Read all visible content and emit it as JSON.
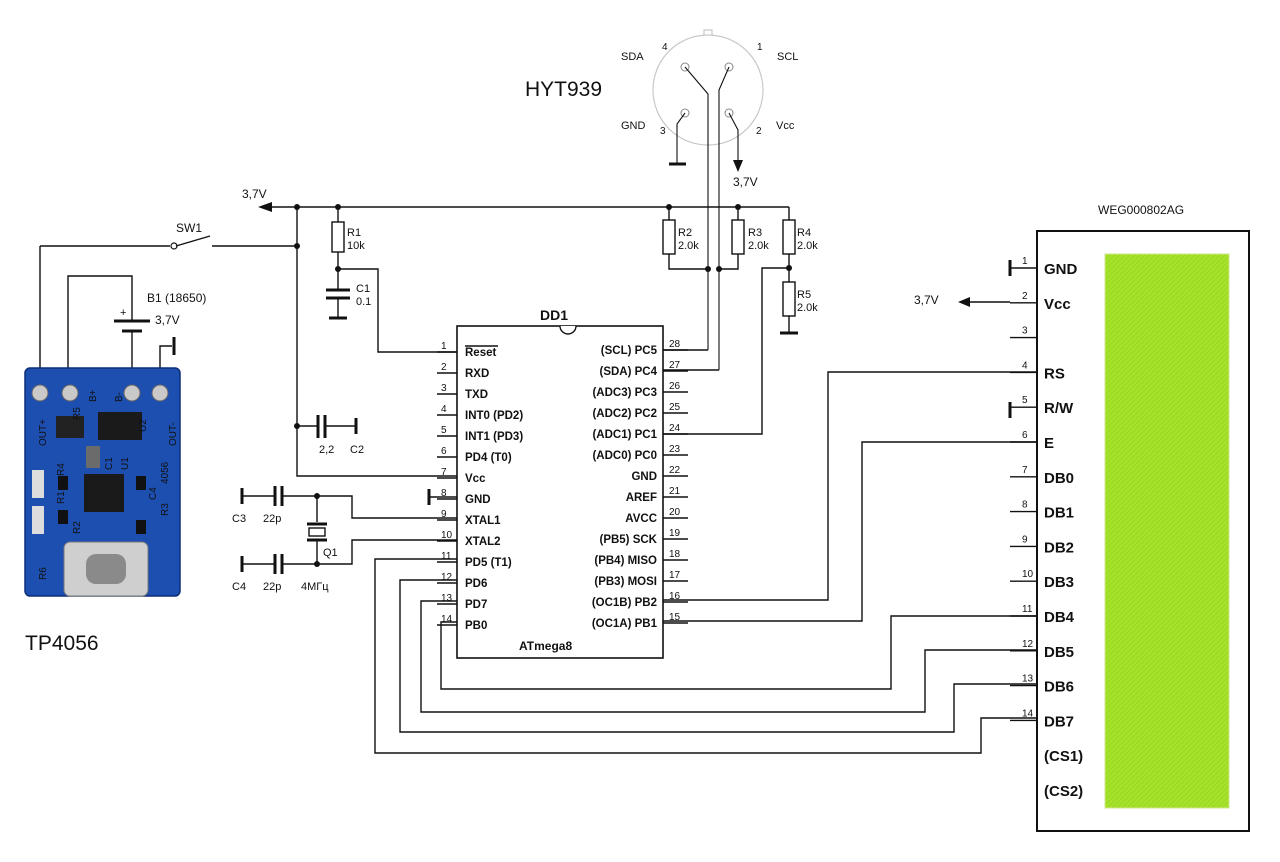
{
  "sensor": {
    "name": "HYT939",
    "pins": [
      {
        "num": "4",
        "label": "SDA"
      },
      {
        "num": "1",
        "label": "SCL"
      },
      {
        "num": "3",
        "label": "GND"
      },
      {
        "num": "2",
        "label": "Vcc"
      }
    ],
    "vcc_net": "3,7V"
  },
  "supply_label": "3,7V",
  "switch": {
    "ref": "SW1"
  },
  "battery": {
    "ref": "B1 (18650)",
    "voltage": "3,7V",
    "plus": "+"
  },
  "charger": {
    "name": "TP4056",
    "pad_labels": [
      "OUT+",
      "B+",
      "B-",
      "OUT-"
    ],
    "silk": [
      "4056",
      "R3",
      "C4",
      "U1",
      "C1",
      "R1",
      "R2",
      "R4",
      "R5",
      "U2",
      "R6"
    ]
  },
  "resistors": [
    {
      "ref": "R1",
      "value": "10k"
    },
    {
      "ref": "R2",
      "value": "2.0k"
    },
    {
      "ref": "R3",
      "value": "2.0k"
    },
    {
      "ref": "R4",
      "value": "2.0k"
    },
    {
      "ref": "R5",
      "value": "2.0k"
    }
  ],
  "capacitors": [
    {
      "ref": "C1",
      "value": "0.1"
    },
    {
      "ref": "C2",
      "value": "2,2"
    },
    {
      "ref": "C3",
      "value": "22p"
    },
    {
      "ref": "C4",
      "value": "22p"
    }
  ],
  "crystal": {
    "ref": "Q1",
    "value": "4МГц"
  },
  "mcu": {
    "ref": "DD1",
    "name": "ATmega8",
    "left_pins": [
      {
        "num": "1",
        "label": "Reset"
      },
      {
        "num": "2",
        "label": "RXD"
      },
      {
        "num": "3",
        "label": "TXD"
      },
      {
        "num": "4",
        "label": "INT0 (PD2)"
      },
      {
        "num": "5",
        "label": "INT1 (PD3)"
      },
      {
        "num": "6",
        "label": "PD4 (T0)"
      },
      {
        "num": "7",
        "label": "Vcc"
      },
      {
        "num": "8",
        "label": "GND"
      },
      {
        "num": "9",
        "label": "XTAL1"
      },
      {
        "num": "10",
        "label": "XTAL2"
      },
      {
        "num": "11",
        "label": "PD5 (T1)"
      },
      {
        "num": "12",
        "label": "PD6"
      },
      {
        "num": "13",
        "label": "PD7"
      },
      {
        "num": "14",
        "label": "PB0"
      }
    ],
    "right_pins": [
      {
        "num": "28",
        "label": "(SCL) PC5"
      },
      {
        "num": "27",
        "label": "(SDA) PC4"
      },
      {
        "num": "26",
        "label": "(ADC3) PC3"
      },
      {
        "num": "25",
        "label": "(ADC2) PC2"
      },
      {
        "num": "24",
        "label": "(ADC1) PC1"
      },
      {
        "num": "23",
        "label": "(ADC0) PC0"
      },
      {
        "num": "22",
        "label": "GND"
      },
      {
        "num": "21",
        "label": "AREF"
      },
      {
        "num": "20",
        "label": "AVCC"
      },
      {
        "num": "19",
        "label": "(PB5) SCK"
      },
      {
        "num": "18",
        "label": "(PB4) MISO"
      },
      {
        "num": "17",
        "label": "(PB3) MOSI"
      },
      {
        "num": "16",
        "label": "(OC1B) PB2"
      },
      {
        "num": "15",
        "label": "(OC1A) PB1"
      }
    ]
  },
  "lcd": {
    "name": "WEG000802AG",
    "vcc_net": "3,7V",
    "pins": [
      {
        "num": "1",
        "label": "GND"
      },
      {
        "num": "2",
        "label": "Vcc"
      },
      {
        "num": "3",
        "label": ""
      },
      {
        "num": "4",
        "label": "RS"
      },
      {
        "num": "5",
        "label": "R/W"
      },
      {
        "num": "6",
        "label": "E"
      },
      {
        "num": "7",
        "label": "DB0"
      },
      {
        "num": "8",
        "label": "DB1"
      },
      {
        "num": "9",
        "label": "DB2"
      },
      {
        "num": "10",
        "label": "DB3"
      },
      {
        "num": "11",
        "label": "DB4"
      },
      {
        "num": "12",
        "label": "DB5"
      },
      {
        "num": "13",
        "label": "DB6"
      },
      {
        "num": "14",
        "label": "DB7"
      },
      {
        "num": "",
        "label": "(CS1)"
      },
      {
        "num": "",
        "label": "(CS2)"
      }
    ],
    "screen_color": "#a6e22a"
  },
  "colors": {
    "pcb": "#1d4fb0",
    "pcb_dark": "#0f2f78",
    "wire": "#111111"
  }
}
